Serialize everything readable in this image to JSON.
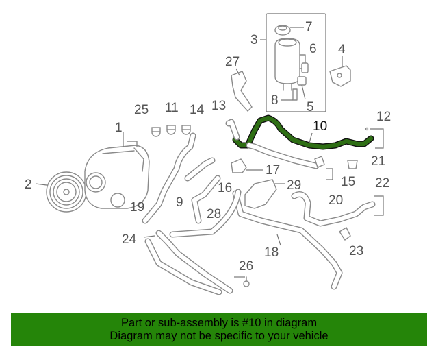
{
  "diagram": {
    "highlight_color": "#2e6e14",
    "callouts": {
      "c1": "1",
      "c2": "2",
      "c3": "3",
      "c4": "4",
      "c5": "5",
      "c6": "6",
      "c7": "7",
      "c8": "8",
      "c9": "9",
      "c10": "10",
      "c11": "11",
      "c12": "12",
      "c13": "13",
      "c14": "14",
      "c15": "15",
      "c16": "16",
      "c17": "17",
      "c18": "18",
      "c19": "19",
      "c20": "20",
      "c21": "21",
      "c22": "22",
      "c23": "23",
      "c24": "24",
      "c25": "25",
      "c26": "26",
      "c27": "27",
      "c28": "28",
      "c29": "29"
    }
  },
  "notice": {
    "background": "#258509",
    "line1": "Part or sub-assembly is #10 in diagram",
    "line2": "Diagram may not be specific to your vehicle"
  }
}
